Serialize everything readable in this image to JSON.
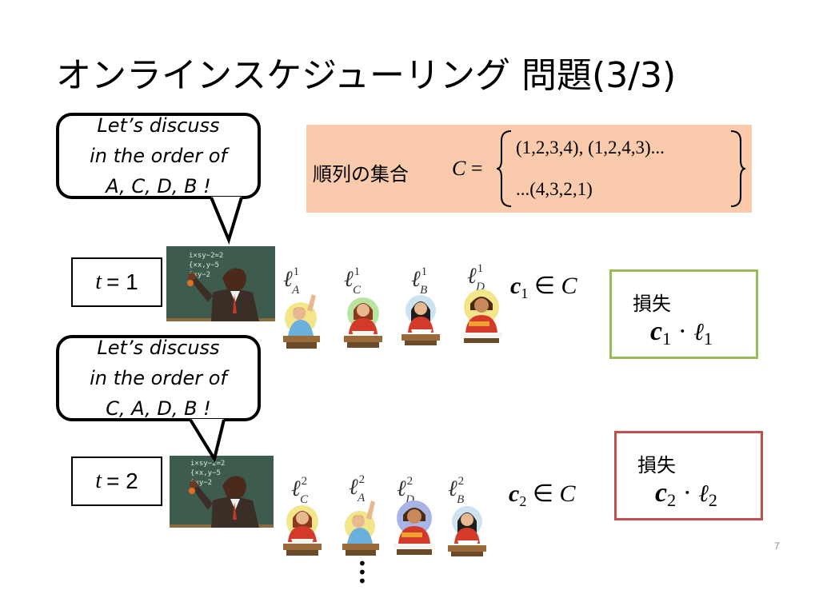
{
  "title": "オンラインスケジューリング 問題(3/3)",
  "page_number": "7",
  "bubbles": [
    {
      "lines": [
        "Let’s discuss",
        "in the order of",
        "A, C, D, B !"
      ]
    },
    {
      "lines": [
        "Let’s discuss",
        "in the order of",
        "C, A, D, B !"
      ]
    }
  ],
  "permutation_set": {
    "label": "順列の集合",
    "variable": "C",
    "equals": "=",
    "line1": "(1,2,3,4), (1,2,4,3)...",
    "line2": "...(4,3,2,1)",
    "background": "#f9cbac"
  },
  "rounds": [
    {
      "t_var": "t",
      "t_eq": "= 1",
      "learners": [
        {
          "symbol": "ℓ",
          "sub": "A",
          "sup": "1"
        },
        {
          "symbol": "ℓ",
          "sub": "C",
          "sup": "1"
        },
        {
          "symbol": "ℓ",
          "sub": "B",
          "sup": "1"
        },
        {
          "symbol": "ℓ",
          "sub": "D",
          "sup": "1"
        }
      ],
      "choice": {
        "c": "c",
        "sub": "1",
        "in": "∈",
        "set": "C"
      },
      "loss": {
        "label": "損失",
        "c": "c",
        "c_sub": "1",
        "dot": "·",
        "ell": "ℓ",
        "ell_sub": "1",
        "border_color": "#9bbb59"
      }
    },
    {
      "t_var": "t",
      "t_eq": "= 2",
      "learners": [
        {
          "symbol": "ℓ",
          "sub": "C",
          "sup": "2"
        },
        {
          "symbol": "ℓ",
          "sub": "A",
          "sup": "2"
        },
        {
          "symbol": "ℓ",
          "sub": "D",
          "sup": "2"
        },
        {
          "symbol": "ℓ",
          "sub": "B",
          "sup": "2"
        }
      ],
      "choice": {
        "c": "c",
        "sub": "2",
        "in": "∈",
        "set": "C"
      },
      "loss": {
        "label": "損失",
        "c": "c",
        "c_sub": "2",
        "dot": "·",
        "ell": "ℓ",
        "ell_sub": "2",
        "border_color": "#c0504d"
      }
    }
  ],
  "icons": {
    "teacher": "teacher-at-blackboard-icon",
    "student_a": "student-raising-hand-icon",
    "student_c": "student-reading-icon",
    "student_b": "student-writing-icon",
    "student_d": "student-thinking-icon",
    "ellipsis": "vertical-ellipsis"
  }
}
